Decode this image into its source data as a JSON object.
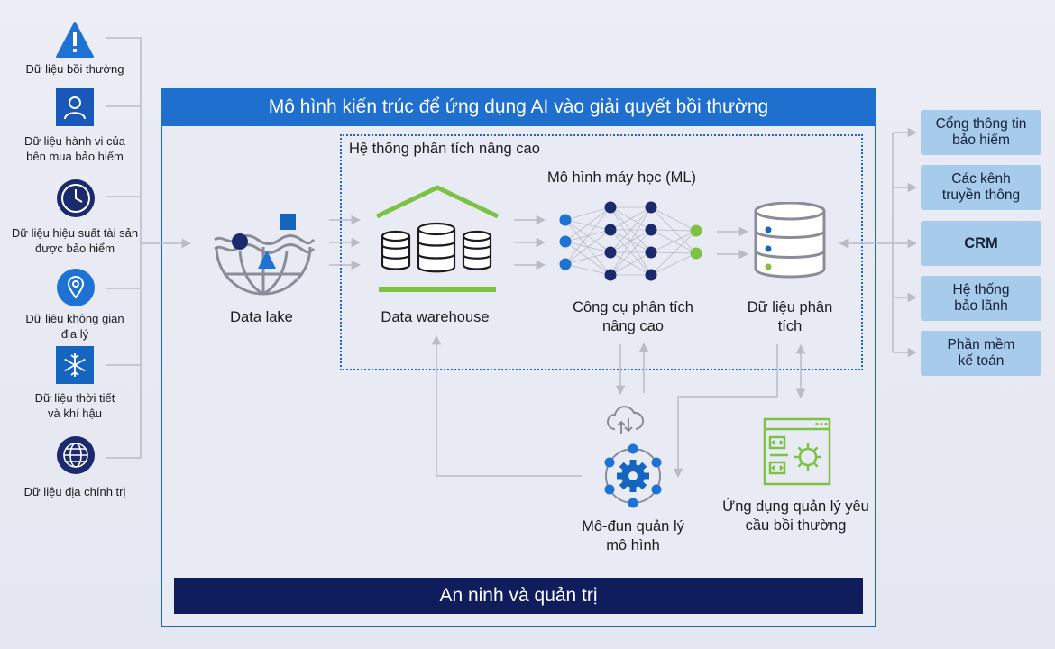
{
  "title": "Mô hình kiến trúc để ứng dụng AI vào giải quyết bồi thường",
  "sources": [
    {
      "label": "Dữ liệu bồi thường",
      "icon": "warning-icon"
    },
    {
      "label": "Dữ liệu hành vi của bên mua bảo hiểm",
      "icon": "person-icon"
    },
    {
      "label": "Dữ liệu hiệu suất tài sản được bảo hiểm",
      "icon": "clock-icon"
    },
    {
      "label": "Dữ liệu không gian địa lý",
      "icon": "location-pin-icon"
    },
    {
      "label": "Dữ liệu thời tiết và khí hậu",
      "icon": "snowflake-icon"
    },
    {
      "label": "Dữ liệu địa chính trị",
      "icon": "globe-icon"
    }
  ],
  "advanced_system_label": "Hệ thống phân tích nâng cao",
  "ml_label": "Mô hình máy học (ML)",
  "nodes": {
    "data_lake": "Data lake",
    "data_warehouse": "Data warehouse",
    "analytics_tools": "Công cụ phân tích nâng cao",
    "analytics_data": "Dữ liệu phân tích",
    "model_module": "Mô-đun quản lý mô hình",
    "claims_app": "Ứng dụng quản lý yêu cầu bồi thường"
  },
  "footer": "An ninh và quản trị",
  "outputs": [
    "Cổng thông tin bảo hiểm",
    "Các kênh truyền thông",
    "CRM",
    "Hệ thống bảo lãnh",
    "Phần mềm kế toán"
  ],
  "colors": {
    "blue_primary": "#1f6fcf",
    "navy": "#0f1d5c",
    "green": "#7dc243",
    "output_box": "#a7cbeb",
    "icon_blue": "#1565c0",
    "icon_navy": "#1a2a6c"
  }
}
